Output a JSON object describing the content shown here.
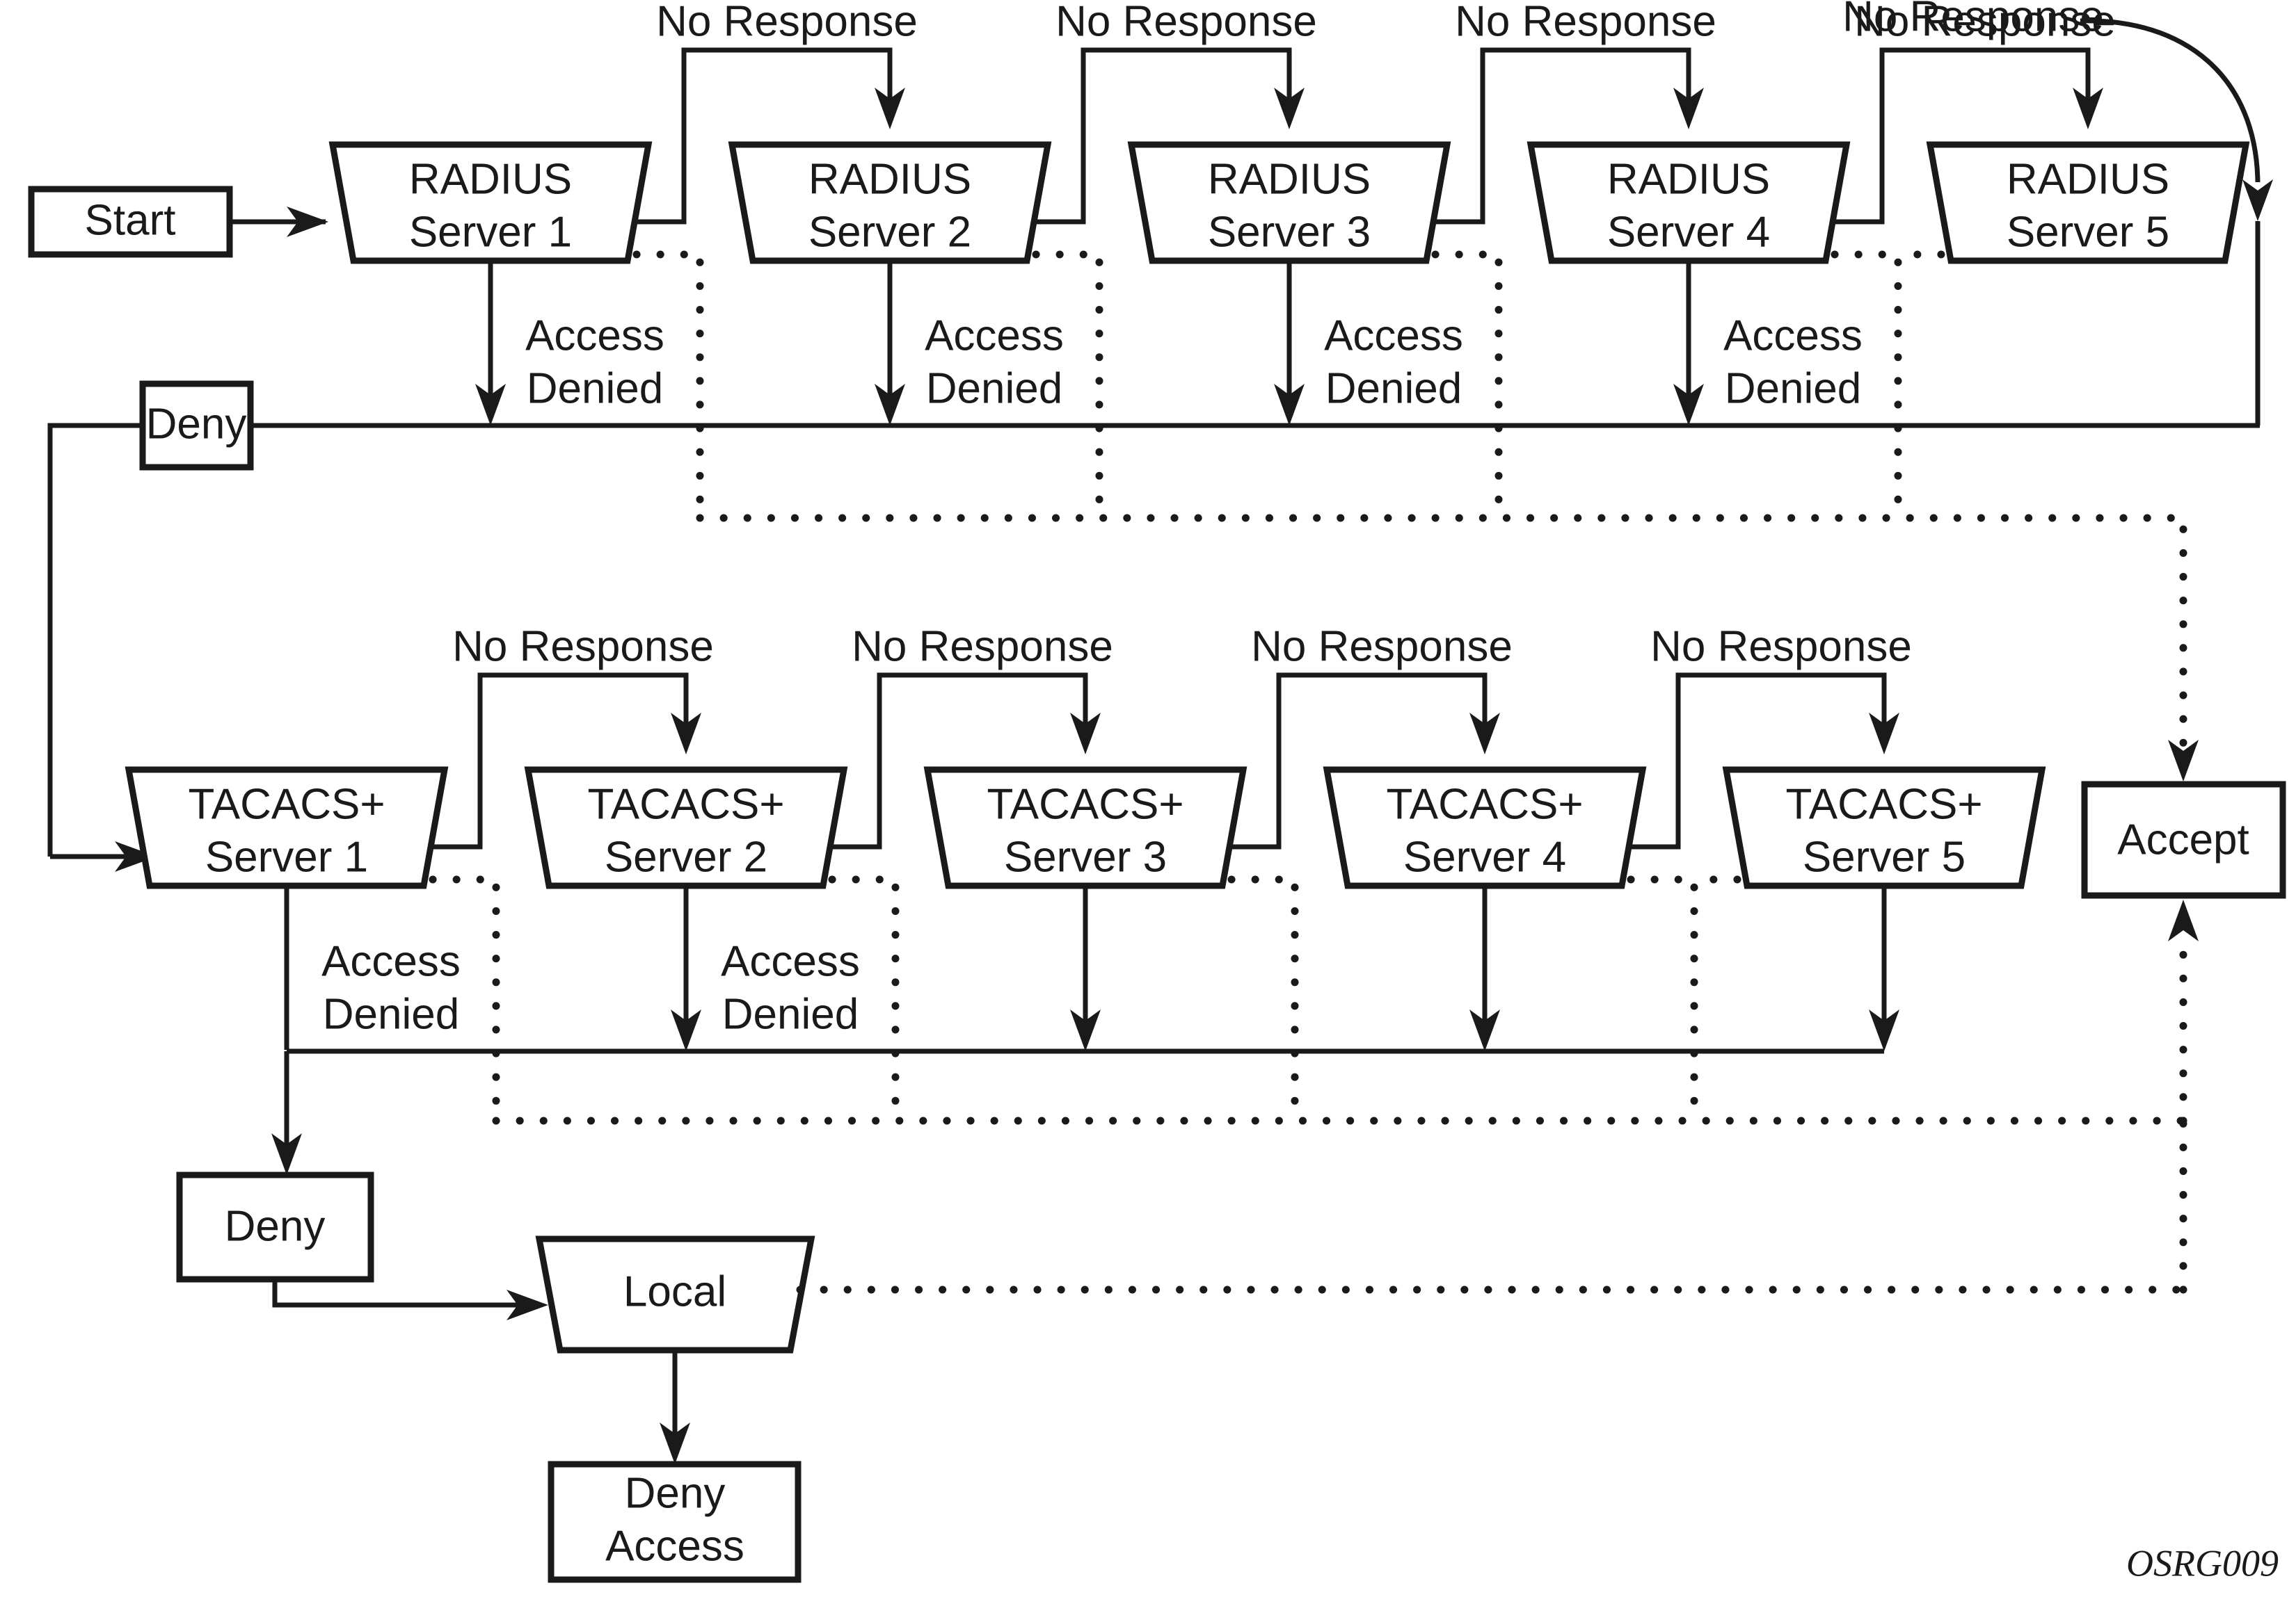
{
  "diagram": {
    "figure_id": "OSRG009",
    "start": {
      "label": "Start"
    },
    "radius_row": {
      "nodes": [
        {
          "line1": "RADIUS",
          "line2": "Server 1"
        },
        {
          "line1": "RADIUS",
          "line2": "Server 2"
        },
        {
          "line1": "RADIUS",
          "line2": "Server 3"
        },
        {
          "line1": "RADIUS",
          "line2": "Server 4"
        },
        {
          "line1": "RADIUS",
          "line2": "Server 5"
        }
      ],
      "no_response_labels": [
        "No Response",
        "No Response",
        "No Response",
        "No Response"
      ],
      "access_denied_labels": [
        {
          "line1": "Access",
          "line2": "Denied"
        },
        {
          "line1": "Access",
          "line2": "Denied"
        },
        {
          "line1": "Access",
          "line2": "Denied"
        },
        {
          "line1": "Access",
          "line2": "Denied"
        }
      ],
      "deny_box": {
        "label": "Deny"
      }
    },
    "tacacs_row": {
      "nodes": [
        {
          "line1": "TACACS+",
          "line2": "Server 1"
        },
        {
          "line1": "TACACS+",
          "line2": "Server 2"
        },
        {
          "line1": "TACACS+",
          "line2": "Server 3"
        },
        {
          "line1": "TACACS+",
          "line2": "Server 4"
        },
        {
          "line1": "TACACS+",
          "line2": "Server 5"
        }
      ],
      "no_response_labels": [
        "No Response",
        "No Response",
        "No Response",
        "No Response"
      ],
      "access_denied_labels": [
        {
          "line1": "Access",
          "line2": "Denied"
        },
        {
          "line1": "Access",
          "line2": "Denied"
        }
      ],
      "deny_box": {
        "label": "Deny"
      }
    },
    "local": {
      "label": "Local"
    },
    "deny_access": {
      "line1": "Deny",
      "line2": "Access"
    },
    "accept": {
      "label": "Accept"
    },
    "colors": {
      "stroke": "#1a1a1a",
      "fill": "#ffffff",
      "background": "#ffffff"
    }
  }
}
